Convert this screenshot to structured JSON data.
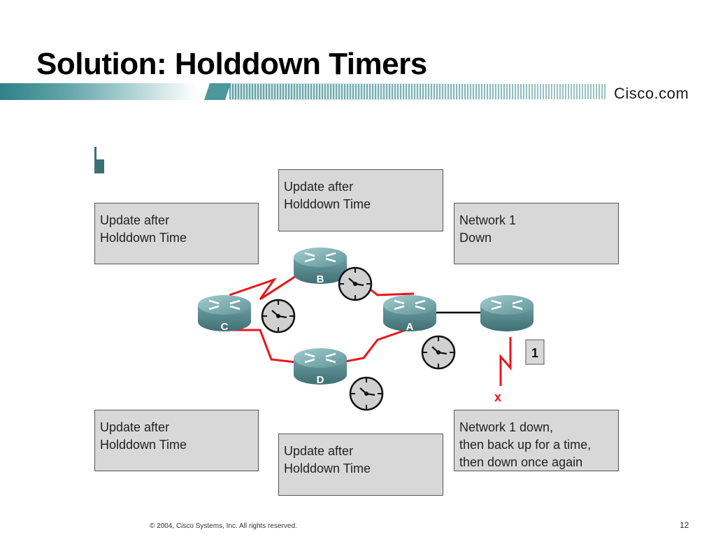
{
  "page": {
    "title": "Solution: Holddown Timers",
    "logo_text": "Cisco.com",
    "footer": "© 2004, Cisco Systems, Inc. All rights reserved.",
    "page_number": "12"
  },
  "diagram": {
    "boxes": [
      {
        "id": "top-left",
        "text": "Update after\nHolddown Time"
      },
      {
        "id": "top-center",
        "text": "Update after\nHolddown Time"
      },
      {
        "id": "top-right",
        "text": "Network 1\nDown"
      },
      {
        "id": "bottom-left",
        "text": "Update after\nHolddown Time"
      },
      {
        "id": "bottom-center",
        "text": "Update after\nHolddown Time"
      },
      {
        "id": "bottom-right",
        "text": "Network 1 down,\nthen back up for a time,\nthen down once again"
      }
    ],
    "routers": [
      {
        "id": "B",
        "label": "B"
      },
      {
        "id": "C",
        "label": "C"
      },
      {
        "id": "A",
        "label": "A"
      },
      {
        "id": "D",
        "label": "D"
      },
      {
        "id": "E",
        "label": ""
      }
    ],
    "network_label": "1",
    "failure_mark": "x",
    "colors": {
      "link_serial": "#e8161b",
      "router_body": "#5a8f94",
      "router_top": "#7fb0b4",
      "box_fill": "#d8d8d8",
      "banner": "#3f8f96"
    }
  }
}
